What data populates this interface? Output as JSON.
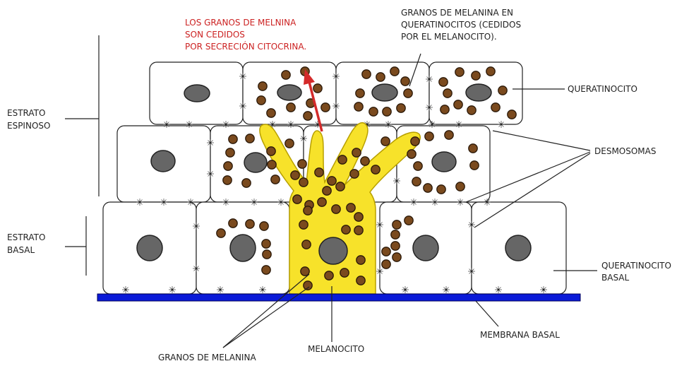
{
  "labels": {
    "secretion_note": [
      "LOS GRANOS DE MELNINA",
      "SON CEDIDOS",
      "POR SECRECIÓN CITOCRINA."
    ],
    "melanin_in_keratinocytes": [
      "GRANOS DE MELANINA EN",
      "QUERATINOCITOS (CEDIDOS",
      "POR EL MELANOCITO)."
    ],
    "estrato_espinoso": [
      "ESTRATO",
      "ESPINOSO"
    ],
    "estrato_basal": [
      "ESTRATO",
      "BASAL"
    ],
    "queratinocito": "QUERATINOCITO",
    "desmosomas": "DESMOSOMAS",
    "queratinocito_basal": [
      "QUERATINOCITO",
      "BASAL"
    ],
    "membrana_basal": "MEMBRANA BASAL",
    "melanocito": "MELANOCITO",
    "granos_de_melanina": "GRANOS DE MELANINA"
  },
  "colors": {
    "note_red": "#cc2222",
    "arrow_red": "#d42a2a",
    "melanocyte_yellow": "#f7e22a",
    "melanocyte_outline": "#b8a000",
    "granule_brown": "#7a4a1e",
    "nucleus_gray": "#666666",
    "basal_membrane_blue": "#0a1ad8",
    "text": "#222222"
  }
}
